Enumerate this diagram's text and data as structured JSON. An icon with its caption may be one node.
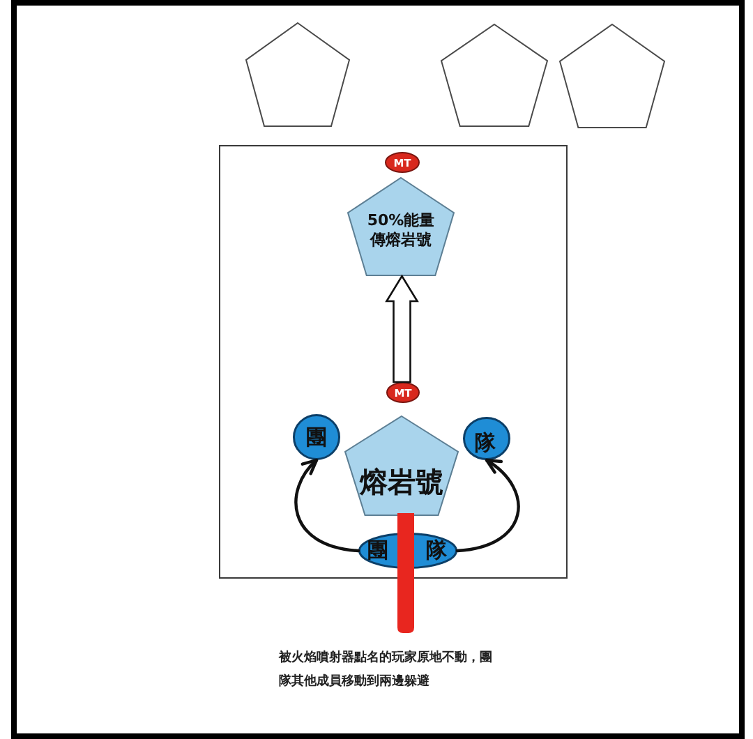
{
  "diagram": {
    "nodes": [
      {
        "text": [],
        "shape": "pentagon"
      },
      {
        "text": [],
        "shape": "pentagon"
      },
      {
        "text": [],
        "shape": "pentagon"
      },
      {
        "text": [],
        "shape": "box"
      },
      {
        "text": [
          "MT"
        ],
        "in": 3
      },
      {
        "text": [
          "50%能量傳熔岩號"
        ],
        "in": 3
      },
      {
        "text": [
          "MT"
        ],
        "in": 3
      },
      {
        "text": [
          "團"
        ],
        "in": 3
      },
      {
        "text": [
          "熔岩號"
        ],
        "in": 3
      },
      {
        "text": [
          "隊"
        ],
        "in": 3
      },
      {
        "text": [
          "團",
          "隊"
        ],
        "in": 3
      }
    ],
    "edges": [
      {
        "from": 6,
        "to": 5,
        "arrow": "to"
      },
      {
        "from": 10,
        "to": 7,
        "arrow": "to"
      },
      {
        "from": 10,
        "to": 9,
        "arrow": "to"
      }
    ],
    "labels": [
      "被火焰噴射器點名的玩家原地不動，團隊其他成員移動到兩邊躲避"
    ]
  }
}
